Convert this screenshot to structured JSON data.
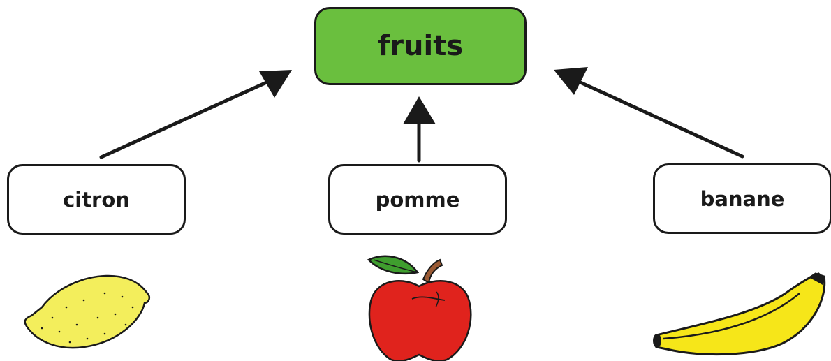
{
  "diagram": {
    "root": {
      "label": "fruits",
      "fill_color": "#6abf3e"
    },
    "children": [
      {
        "label": "citron",
        "fruit_icon": "lemon-icon"
      },
      {
        "label": "pomme",
        "fruit_icon": "apple-icon"
      },
      {
        "label": "banane",
        "fruit_icon": "banana-icon"
      }
    ],
    "edges": [
      {
        "from": "citron",
        "to": "fruits"
      },
      {
        "from": "pomme",
        "to": "fruits"
      },
      {
        "from": "banane",
        "to": "fruits"
      }
    ]
  },
  "colors": {
    "lemon": "#f3ee5c",
    "apple": "#e0231d",
    "leaf": "#3f9e2e",
    "banana": "#f6e619",
    "stroke": "#1a1a1a"
  }
}
